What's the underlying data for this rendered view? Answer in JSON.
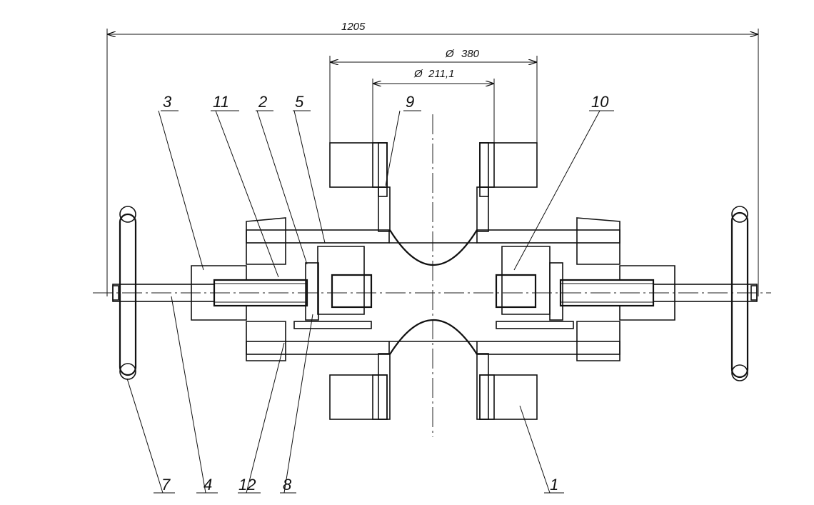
{
  "dimensions": {
    "overall_width": "1205",
    "outer_diameter": "380",
    "bore_diameter": "211,1",
    "diameter_symbol": "Ø"
  },
  "part_labels": [
    "3",
    "11",
    "2",
    "5",
    "9",
    "10",
    "7",
    "4",
    "12",
    "8",
    "1"
  ]
}
